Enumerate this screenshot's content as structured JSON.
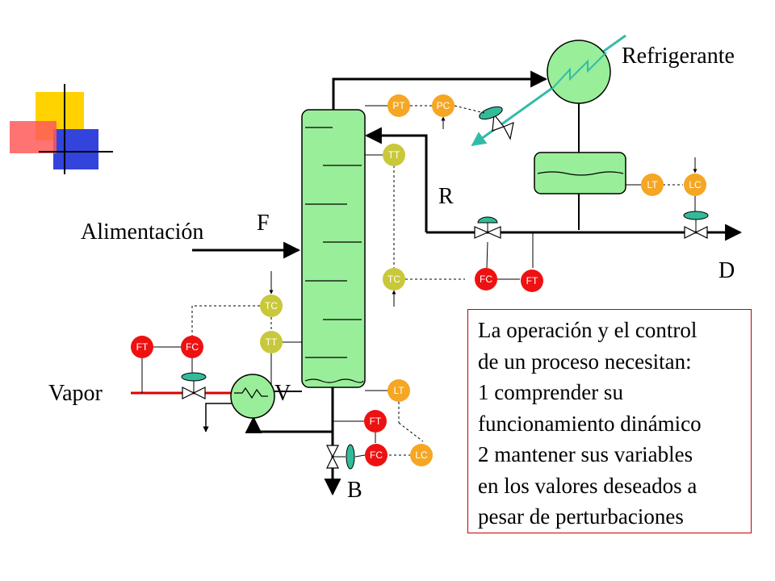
{
  "labels": {
    "refrigerante": "Refrigerante",
    "alimentacion": "Alimentación",
    "f": "F",
    "r": "R",
    "d": "D",
    "vapor": "Vapor",
    "v": "V",
    "b": "B"
  },
  "instruments": {
    "pt": "PT",
    "pc": "PC",
    "tt_top": "TT",
    "lt_top": "LT",
    "lc_top": "LC",
    "tc_mid": "TC",
    "fc_mid": "FC",
    "ft_mid": "FT",
    "tc_left": "TC",
    "tt_left": "TT",
    "ft_left": "FT",
    "fc_left": "FC",
    "lt_bottom": "LT",
    "ft_bottom": "FT",
    "fc_bottom": "FC",
    "lc_bottom": "LC"
  },
  "note": {
    "lines": [
      "La operación y el control",
      "de un  proceso necesitan:",
      "1 comprender su",
      "funcionamiento dinámico",
      "2 mantener sus variables",
      "en los valores deseados a",
      "pesar de perturbaciones"
    ]
  },
  "colors": {
    "equipment": "#99ee99",
    "bubble_orange": "#f5a623",
    "bubble_red": "#ee1111",
    "bubble_olive": "#c8c83a",
    "steam_line": "#dd0000",
    "coolant_line": "#33bbaa",
    "note_border": "#c00000"
  }
}
